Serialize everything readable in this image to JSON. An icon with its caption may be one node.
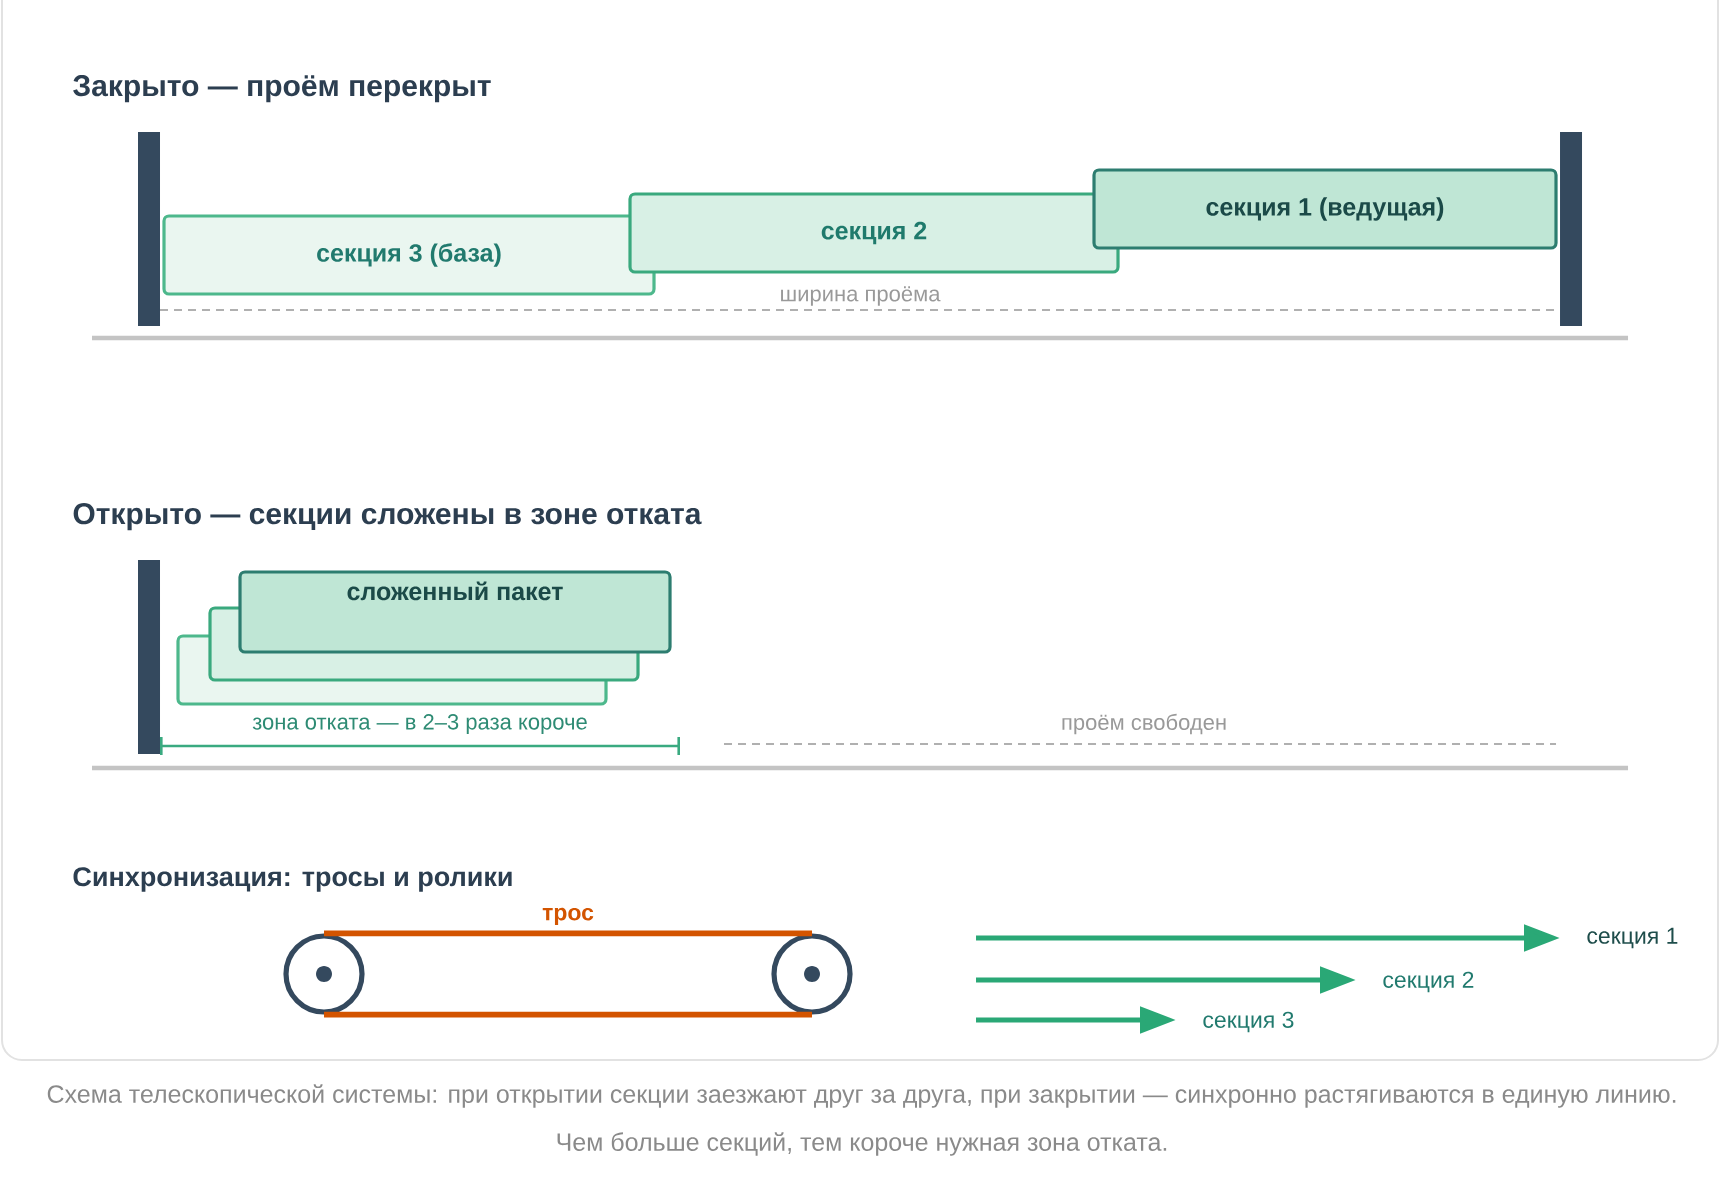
{
  "diagram": {
    "caption": "Схема телескопической системы: при открытии секции заезжают друг за друга, при закрытии — синхронно растягиваются в единую линию. Чем больше секций, тем короче нужная зона отката.",
    "nodes": [
      {
        "text": [
          "секция 3 (база)"
        ]
      },
      {
        "text": [
          "секция 2"
        ]
      },
      {
        "text": [
          "секция 1 (ведущая)"
        ]
      },
      {
        "text": [],
        "shape": "box"
      },
      {
        "text": [],
        "shape": "box"
      },
      {
        "text": [
          "сложенный пакет"
        ]
      },
      {
        "text": [],
        "shape": "circle"
      },
      {
        "text": [],
        "shape": "circle"
      }
    ],
    "edges": [
      {
        "from": 6,
        "to": 7,
        "arrow": "none",
        "label": "трос",
        "color": "#d35400"
      },
      {
        "from": 6,
        "to": 7,
        "arrow": "none",
        "color": "#d35400"
      }
    ],
    "labels": [
      "Закрыто — проём перекрыт",
      "ширина проёма",
      "Открыто — секции сложены в зоне отката",
      "зона отката — в 2–3 раза короче",
      "проём свободен",
      "Синхронизация: тросы и ролики",
      "секция 1",
      "секция 2",
      "секция 3"
    ]
  }
}
